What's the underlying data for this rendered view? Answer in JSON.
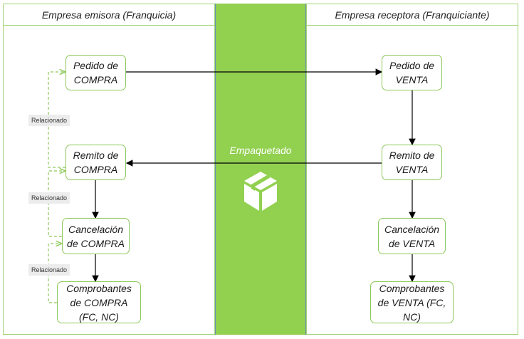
{
  "headers": {
    "left": "Empresa emisora (Franquicia)",
    "right": "Empresa receptora (Franquiciante)"
  },
  "center": {
    "label": "Empaquetado",
    "icon": "package-icon"
  },
  "left_nodes": [
    "Pedido de\nCOMPRA",
    "Remito de\nCOMPRA",
    "Cancelación\nde COMPRA",
    "Comprobantes\nde COMPRA\n(FC, NC)"
  ],
  "right_nodes": [
    "Pedido de\nVENTA",
    "Remito de\nVENTA",
    "Cancelación\nde VENTA",
    "Comprobantes\nde VENTA (FC,\nNC)"
  ],
  "relation_labels": [
    "Relacionado",
    "Relacionado",
    "Relacionado"
  ],
  "colors": {
    "band": "#92d050",
    "node_border": "#8cc85a",
    "dashed_link": "#8cc85a",
    "arrow": "#000000"
  }
}
